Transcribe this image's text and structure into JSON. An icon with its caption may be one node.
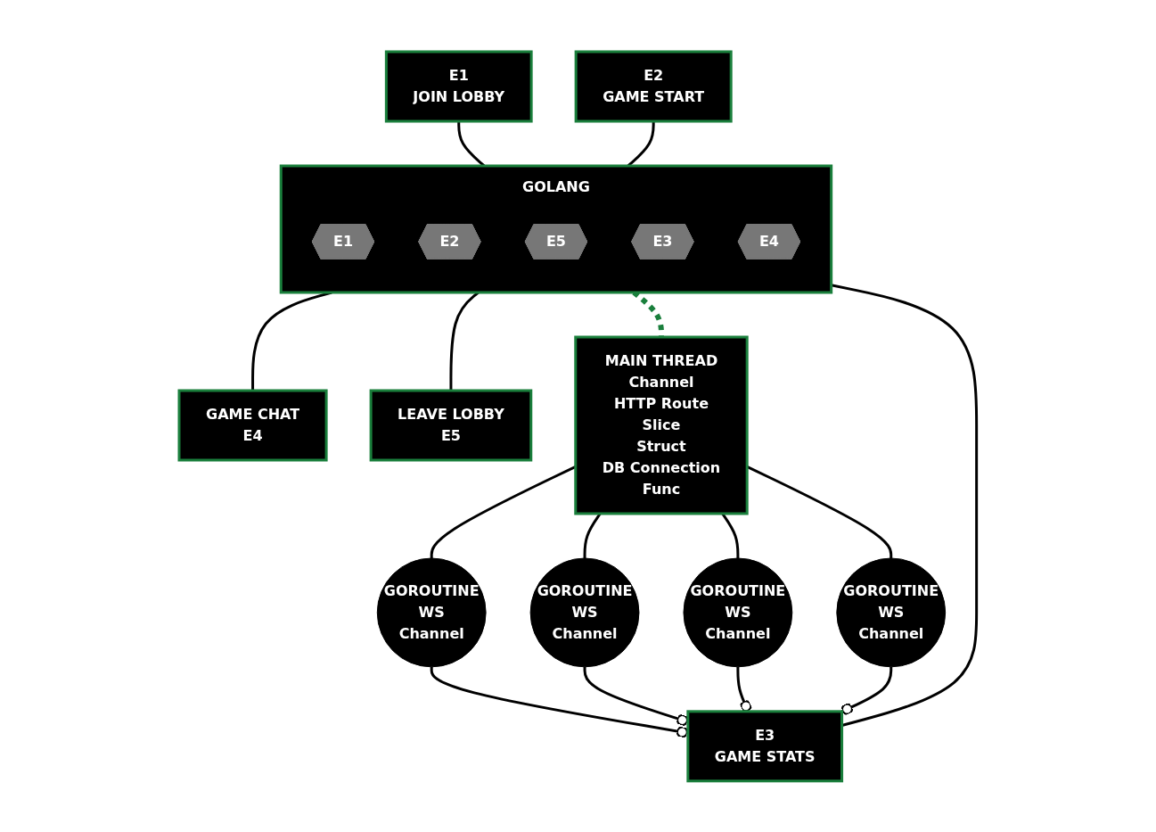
{
  "diagram": {
    "nodes": [
      {
        "text": [
          "GOLANG"
        ]
      },
      {
        "text": [
          "E1"
        ],
        "in": 0
      },
      {
        "text": [
          "E2"
        ],
        "in": 0
      },
      {
        "text": [
          "E5"
        ],
        "in": 0
      },
      {
        "text": [
          "E3"
        ],
        "in": 0
      },
      {
        "text": [
          "E4"
        ],
        "in": 0
      },
      {
        "text": [
          "E1",
          "JOIN LOBBY"
        ]
      },
      {
        "text": [
          "GAME CHAT",
          "E4"
        ]
      },
      {
        "text": [
          "E2",
          "GAME START"
        ]
      },
      {
        "text": [
          "LEAVE LOBBY",
          "E5"
        ]
      },
      {
        "text": [
          "E3",
          "GAME STATS"
        ]
      },
      {
        "text": [
          "MAIN THREAD",
          "Channel",
          "HTTP Route",
          "Slice",
          "Struct",
          "DB Connection",
          "Func"
        ]
      },
      {
        "text": [
          "GOROUTINE",
          "WS",
          "Channel"
        ]
      },
      {
        "text": [
          "GOROUTINE",
          "WS",
          "Channel"
        ]
      },
      {
        "text": [
          "GOROUTINE",
          "WS",
          "Channel"
        ]
      },
      {
        "text": [
          "GOROUTINE",
          "WS",
          "Channel"
        ]
      }
    ],
    "edges": [
      {
        "from": 6,
        "to": 0,
        "arrow": "none"
      },
      {
        "from": 8,
        "to": 0,
        "arrow": "none"
      },
      {
        "from": 10,
        "to": 0,
        "arrow": "none"
      },
      {
        "from": 0,
        "to": 7,
        "arrow": "none"
      },
      {
        "from": 0,
        "to": 9,
        "arrow": "none"
      },
      {
        "from": 0,
        "to": 11,
        "arrow": "none",
        "style": "dashed",
        "color": "#1a7f3c"
      },
      {
        "from": 11,
        "to": 12,
        "arrow": "none"
      },
      {
        "from": 11,
        "to": 13,
        "arrow": "none"
      },
      {
        "from": 11,
        "to": 14,
        "arrow": "none"
      },
      {
        "from": 11,
        "to": 15,
        "arrow": "none"
      },
      {
        "from": 12,
        "to": 10,
        "arrow": "other"
      },
      {
        "from": 13,
        "to": 10,
        "arrow": "other"
      },
      {
        "from": 14,
        "to": 10,
        "arrow": "other"
      },
      {
        "from": 15,
        "to": 10,
        "arrow": "other"
      }
    ]
  }
}
